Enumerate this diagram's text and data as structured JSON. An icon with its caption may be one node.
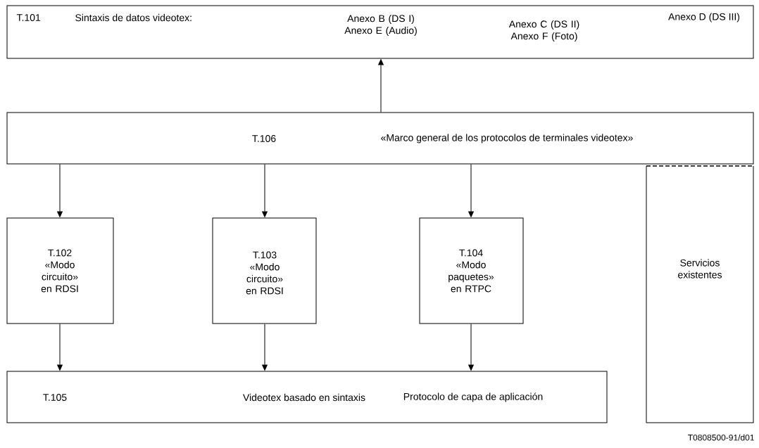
{
  "diagram": {
    "nodes": [
      {
        "text": [
          "T.101",
          "Sintaxis de datos videotex:",
          "Anexo B (DS I) Anexo E (Audio)",
          "Anexo C (DS II) Anexo F (Foto)",
          "Anexo D (DS III)"
        ]
      },
      {
        "text": [
          "T.106",
          "«Marco general de los protocolos de terminales videotex»"
        ]
      },
      {
        "text": [
          "T.102 «Modo circuito» en RDSI"
        ]
      },
      {
        "text": [
          "T.103 «Modo circuito» en RDSI"
        ]
      },
      {
        "text": [
          "T.104 «Modo paquetes» en RTPC"
        ]
      },
      {
        "text": [
          "Servicios existentes"
        ]
      },
      {
        "text": [
          "T.105",
          "Videotex basado en sintaxis",
          "Protocolo de capa de aplicación"
        ]
      }
    ],
    "edges": [
      {
        "from": 1,
        "to": 0,
        "arrow": "to"
      },
      {
        "from": 1,
        "to": 2,
        "arrow": "to"
      },
      {
        "from": 1,
        "to": 3,
        "arrow": "to"
      },
      {
        "from": 1,
        "to": 4,
        "arrow": "to"
      },
      {
        "from": 2,
        "to": 6,
        "arrow": "to"
      },
      {
        "from": 3,
        "to": 6,
        "arrow": "to"
      },
      {
        "from": 4,
        "to": 6,
        "arrow": "to"
      }
    ],
    "labels": [
      "T0808500-91/d01"
    ]
  }
}
